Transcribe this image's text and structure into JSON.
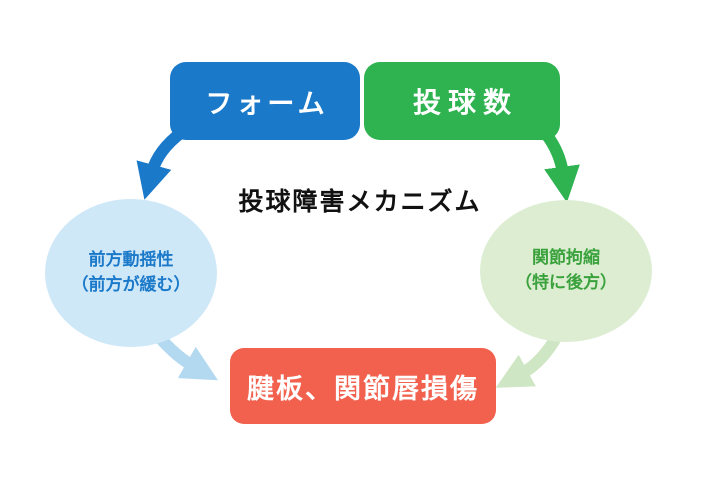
{
  "diagram": {
    "title": "投球障害メカニズム",
    "nodes": {
      "form": {
        "label": "フォーム",
        "color": "#1b79c9"
      },
      "pitch_count": {
        "label": "投球数",
        "color": "#2eb350"
      },
      "anterior_instability": {
        "line1": "前方動揺性",
        "line2": "（前方が緩む）",
        "bg_color": "#cfe8f8",
        "text_color": "#1b79c9"
      },
      "joint_contracture": {
        "line1": "関節拘縮",
        "line2": "（特に後方）",
        "bg_color": "#dcedd2",
        "text_color": "#3aa23c"
      },
      "injury": {
        "label": "腱板、関節唇損傷",
        "color": "#f2604e"
      }
    },
    "arrows": [
      {
        "name": "form-to-instability",
        "color": "#1b79c9"
      },
      {
        "name": "pitchcount-to-contracture",
        "color": "#2eb350"
      },
      {
        "name": "instability-to-injury",
        "color": "#b3d9f0"
      },
      {
        "name": "contracture-to-injury",
        "color": "#cfe6c4"
      }
    ]
  }
}
